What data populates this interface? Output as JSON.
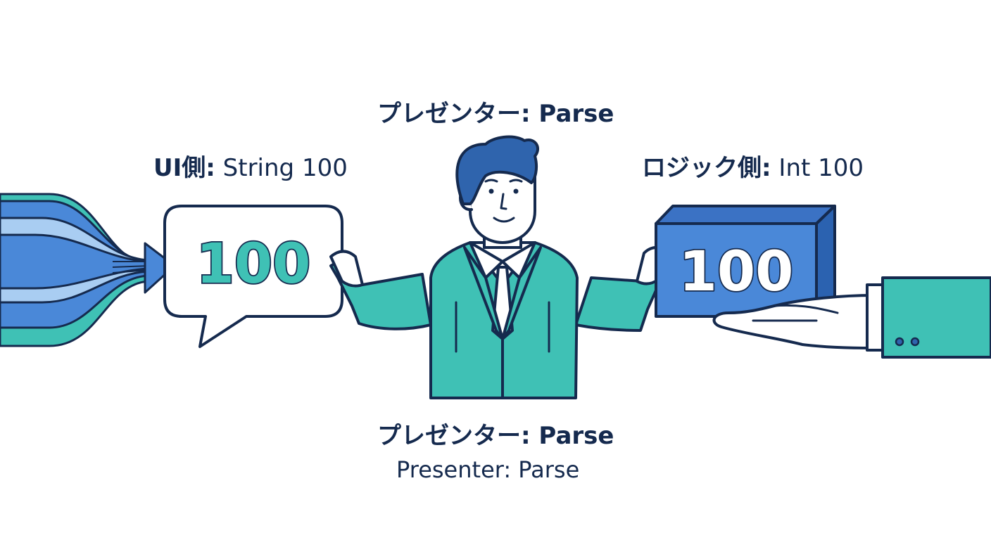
{
  "labels": {
    "presenter_top": "プレゼンター: Parse",
    "ui_key": "UI側:",
    "ui_val": " String 100",
    "logic_key": "ロジック側:",
    "logic_val": " Int 100",
    "presenter_bottom": "プレゼンター: Parse",
    "presenter_en": "Presenter: Parse"
  },
  "speech_bubble": {
    "value": "100"
  },
  "box": {
    "value": "100"
  },
  "colors": {
    "navy": "#152a4e",
    "teal": "#3fc1b5",
    "blue": "#4a88d8",
    "light_blue": "#a9cdf2",
    "dark_blue": "#2b62b0",
    "hair": "#2f64ad"
  }
}
